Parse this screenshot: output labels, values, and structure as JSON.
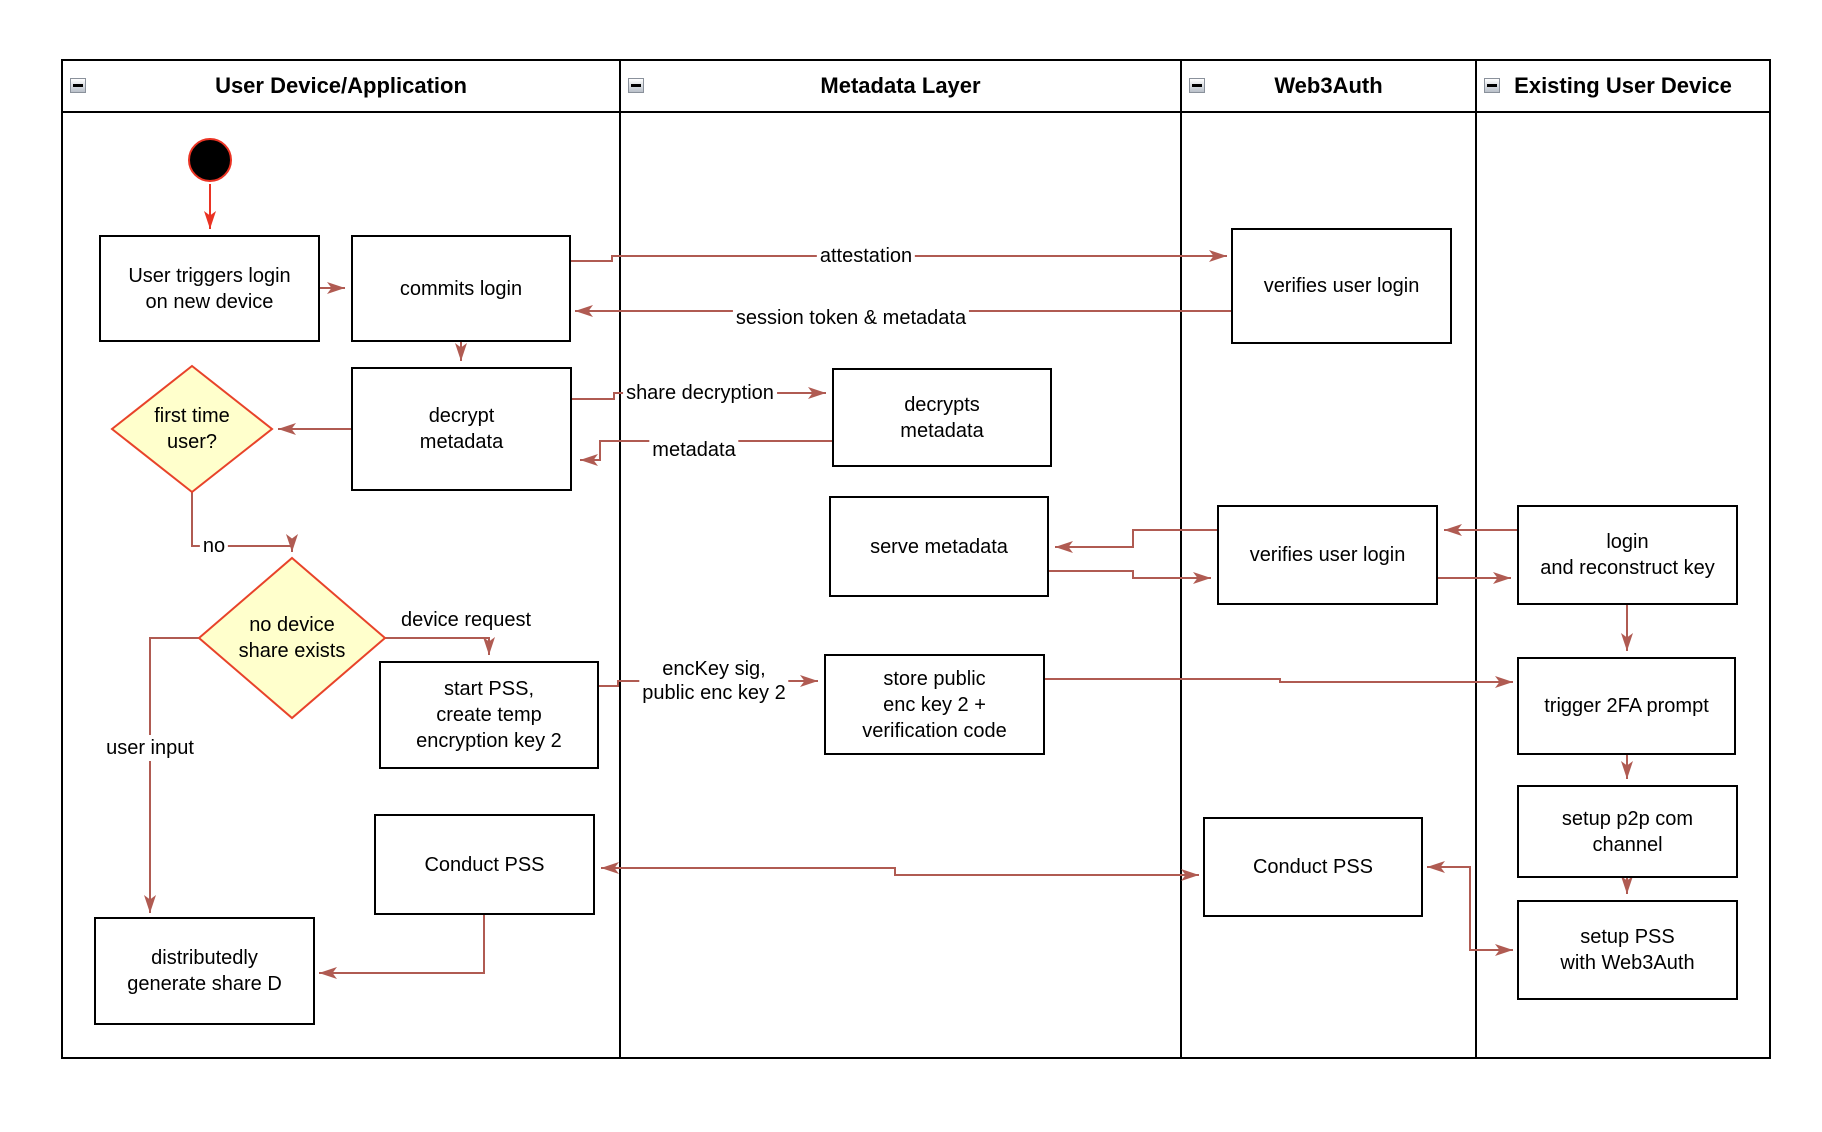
{
  "diagram": {
    "type": "swimlane-activity-diagram",
    "colors": {
      "connector": "#b05b52",
      "accent_red": "#ea3323",
      "decision_fill": "#ffffcc",
      "decision_border": "#e8432a",
      "shape_border": "#000000",
      "shape_fill": "#ffffff"
    },
    "lanes": [
      {
        "title": "User Device/Application"
      },
      {
        "title": "Metadata Layer"
      },
      {
        "title": "Web3Auth"
      },
      {
        "title": "Existing User Device"
      }
    ],
    "nodes": {
      "user_triggers": "User triggers login\non new device",
      "commits_login": "commits login",
      "verifies_user_login_top": "verifies user login",
      "decrypt_metadata": "decrypt\nmetadata",
      "decrypts_metadata": "decrypts\nmetadata",
      "serve_metadata": "serve metadata",
      "verifies_user_login_mid": "verifies user login",
      "login_reconstruct": "login\nand reconstruct key",
      "start_pss": "start PSS,\ncreate temp\nencryption key 2",
      "store_public": "store public\nenc key 2 +\nverification code",
      "trigger_2fa": "trigger 2FA prompt",
      "setup_p2p": "setup p2p com\nchannel",
      "setup_pss": "setup PSS\nwith Web3Auth",
      "conduct_pss_left": "Conduct PSS",
      "conduct_pss_w3a": "Conduct PSS",
      "distributed_share": "distributedly\ngenerate share D"
    },
    "decisions": {
      "first_time_user": "first time\nuser?",
      "no_device_share": "no device\nshare exists"
    },
    "edge_labels": {
      "attestation": "attestation",
      "session_token": "session token & metadata",
      "share_decryption": "share decryption",
      "metadata": "metadata",
      "no": "no",
      "device_request": "device request",
      "user_input": "user input",
      "enckey": "encKey sig,\npublic enc key 2"
    }
  }
}
